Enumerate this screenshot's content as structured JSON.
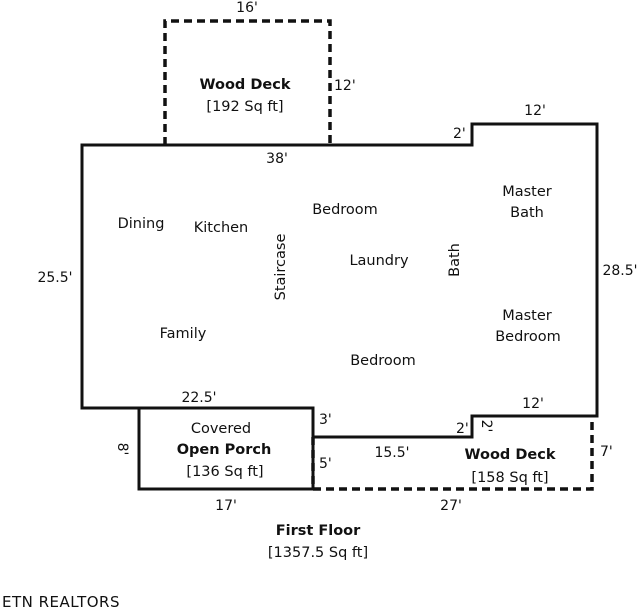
{
  "plan": {
    "title": "First Floor",
    "total_area": "[1357.5 Sq ft]",
    "watermark": "ETN REALTORS",
    "wall_color": "#111111",
    "background": "#ffffff"
  },
  "rooms": {
    "dining": "Dining",
    "kitchen": "Kitchen",
    "family": "Family",
    "staircase": "Staircase",
    "bedroom_top": "Bedroom",
    "laundry": "Laundry",
    "bedroom_bottom": "Bedroom",
    "bath": "Bath",
    "master_bath_line1": "Master",
    "master_bath_line2": "Bath",
    "master_bedroom_line1": "Master",
    "master_bedroom_line2": "Bedroom"
  },
  "top_deck": {
    "name": "Wood Deck",
    "area": "[192 Sq ft]",
    "width": "16'",
    "depth": "12'"
  },
  "porch": {
    "line1": "Covered",
    "name": "Open Porch",
    "area": "[136 Sq ft]",
    "width": "17'",
    "depth": "8'"
  },
  "bottom_deck": {
    "name": "Wood Deck",
    "area": "[158 Sq ft]",
    "width": "27'",
    "depth": "7'"
  },
  "dimensions": {
    "top_main": "38'",
    "top_step": "2'",
    "top_right": "12'",
    "left": "25.5'",
    "right": "28.5'",
    "bottom_left": "22.5'",
    "porch_step": "3'",
    "porch_step_lower": "5'",
    "mid_bottom": "15.5'",
    "bottom_step": "2'",
    "bottom_step_vertical": "2'",
    "bottom_right": "12'"
  }
}
